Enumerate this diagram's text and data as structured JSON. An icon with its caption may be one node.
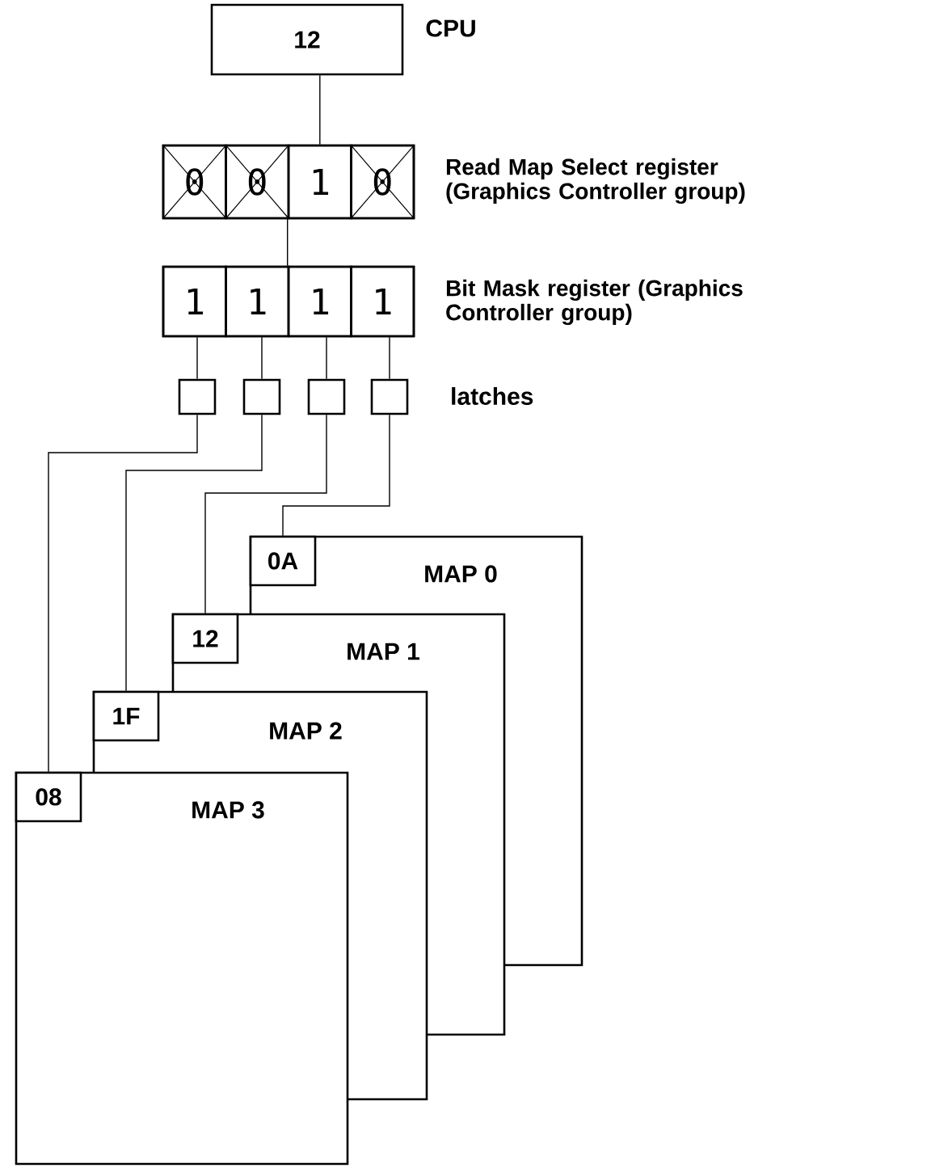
{
  "diagram": {
    "nodes": [
      {
        "text": [
          "12"
        ],
        "beside": [
          "CPU"
        ]
      },
      {
        "text": [
          "Read Map Select register (Graphics Controller group)"
        ]
      },
      {
        "text": [
          "0"
        ],
        "in": 1
      },
      {
        "text": [
          "0"
        ],
        "in": 1
      },
      {
        "text": [
          "1"
        ],
        "in": 1
      },
      {
        "text": [
          "0"
        ],
        "in": 1
      },
      {
        "text": [
          "Bit Mask register (Graphics Controller group)"
        ]
      },
      {
        "text": [
          "1"
        ],
        "in": 6
      },
      {
        "text": [
          "1"
        ],
        "in": 6
      },
      {
        "text": [
          "1"
        ],
        "in": 6
      },
      {
        "text": [
          "1"
        ],
        "in": 6
      },
      {
        "text": [],
        "shape": "box"
      },
      {
        "text": [],
        "shape": "box"
      },
      {
        "text": [],
        "shape": "box"
      },
      {
        "text": [],
        "shape": "box"
      },
      {
        "text": [
          "MAP 0"
        ]
      },
      {
        "text": [
          "0A"
        ],
        "in": 15
      },
      {
        "text": [
          "MAP 1"
        ]
      },
      {
        "text": [
          "12"
        ],
        "in": 17
      },
      {
        "text": [
          "MAP 2"
        ]
      },
      {
        "text": [
          "1F"
        ],
        "in": 19
      },
      {
        "text": [
          "MAP 3"
        ]
      },
      {
        "text": [
          "08"
        ],
        "in": 21
      }
    ],
    "edges": [
      {
        "from": 0,
        "to": 4,
        "arrow": "none"
      },
      {
        "from": 1,
        "to": 6,
        "arrow": "none"
      },
      {
        "from": 7,
        "to": 11,
        "arrow": "none"
      },
      {
        "from": 8,
        "to": 12,
        "arrow": "none"
      },
      {
        "from": 9,
        "to": 13,
        "arrow": "none"
      },
      {
        "from": 10,
        "to": 14,
        "arrow": "none"
      },
      {
        "from": 11,
        "to": 22,
        "arrow": "none"
      },
      {
        "from": 12,
        "to": 20,
        "arrow": "none"
      },
      {
        "from": 13,
        "to": 18,
        "arrow": "none"
      },
      {
        "from": 14,
        "to": 16,
        "arrow": "none"
      }
    ],
    "labels": [
      "latches"
    ]
  }
}
